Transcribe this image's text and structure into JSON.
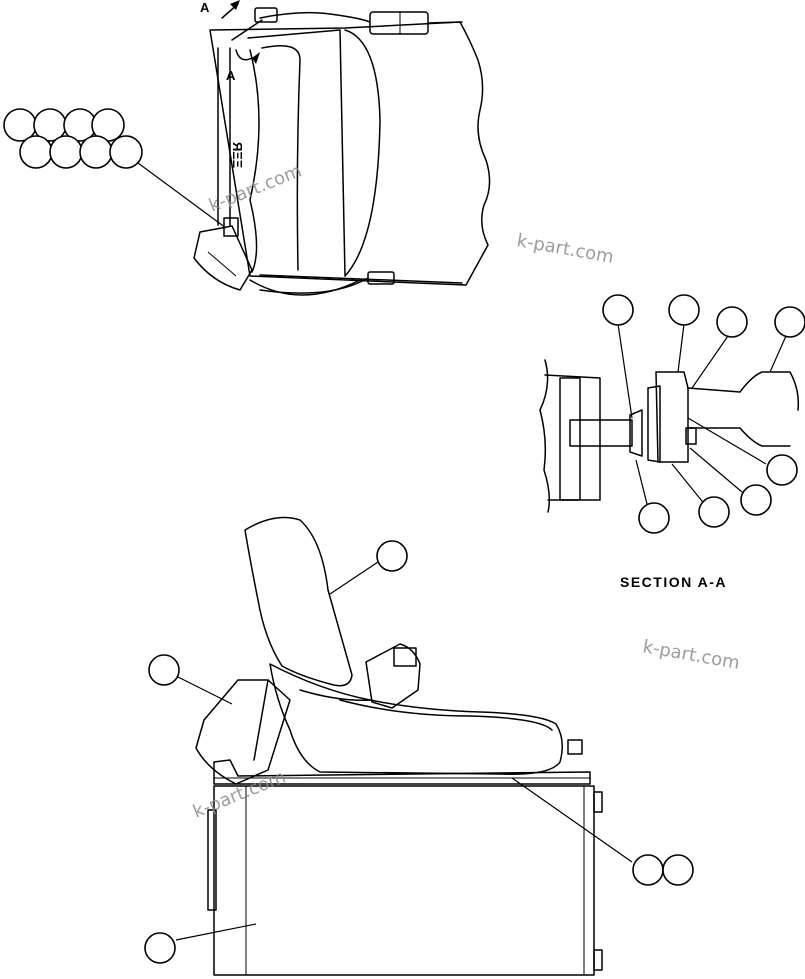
{
  "section_label": "SECTION A-A",
  "section_arrow_labels": [
    "A",
    "A"
  ],
  "watermarks": [
    "k-part.com",
    "k-part.com",
    "k-part.com",
    "k-part.com"
  ],
  "rail_marking": "ЯΞΞ"
}
